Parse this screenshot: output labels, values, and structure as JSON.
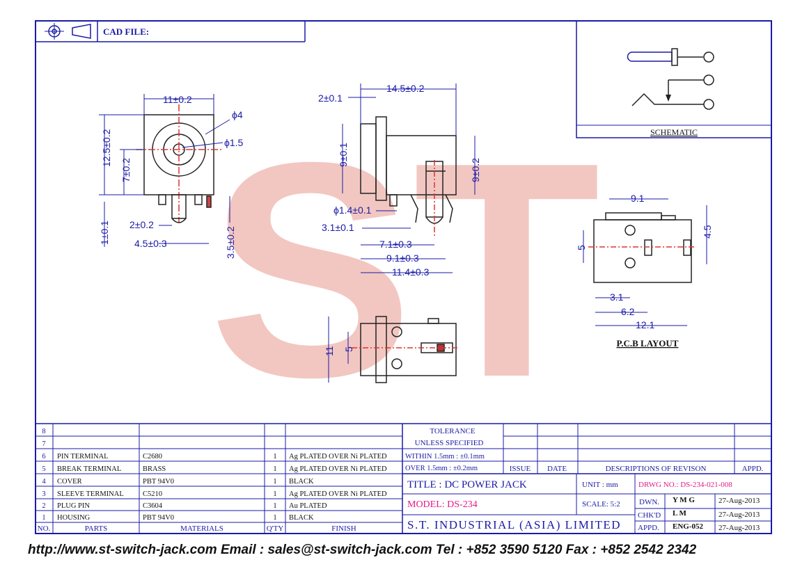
{
  "header": {
    "cad_file_label": "CAD FILE:"
  },
  "front_view_dims": {
    "width": "11±0.2",
    "height": "12.5±0.2",
    "center_height": "7±0.2",
    "outer_dia": "ϕ4",
    "inner_dia": "ϕ1.5",
    "pin_offset": "1±0.1",
    "pin_width": "2±0.2",
    "pin_spacing": "4.5±0.3",
    "pin_len": "3.5±0.2"
  },
  "side_view_dims": {
    "length": "14.5±0.2",
    "flange": "2±0.1",
    "height": "9±0.1",
    "height2": "9±0.2",
    "hole": "ϕ1.4±0.1",
    "d1": "3.1±0.1",
    "d2": "7.1±0.3",
    "d3": "9.1±0.3",
    "d4": "11.4±0.3"
  },
  "bottom_view_dims": {
    "width": "11",
    "pin": "5"
  },
  "pcb_layout": {
    "title": "P.C.B LAYOUT",
    "d_top": "9.1",
    "d_right": "4.5",
    "d_left": "5",
    "d_a": "3.1",
    "d_b": "6.2",
    "d_total": "12.1"
  },
  "schematic": {
    "title": "SCHEMATIC"
  },
  "watermark": "ST",
  "parts_table": {
    "headers": {
      "no": "NO.",
      "parts": "PARTS",
      "materials": "MATERIALS",
      "qty": "Q'TY",
      "finish": "FINISH"
    },
    "rows": [
      {
        "no": "8",
        "parts": "",
        "materials": "",
        "qty": "",
        "finish": ""
      },
      {
        "no": "7",
        "parts": "",
        "materials": "",
        "qty": "",
        "finish": ""
      },
      {
        "no": "6",
        "parts": "PIN TERMINAL",
        "materials": "C2680",
        "qty": "1",
        "finish": "Ag PLATED OVER Ni PLATED"
      },
      {
        "no": "5",
        "parts": "BREAK TERMINAL",
        "materials": "BRASS",
        "qty": "1",
        "finish": "Ag PLATED OVER Ni PLATED"
      },
      {
        "no": "4",
        "parts": "COVER",
        "materials": "PBT 94V0",
        "qty": "1",
        "finish": "BLACK"
      },
      {
        "no": "3",
        "parts": "SLEEVE TERMINAL",
        "materials": "C5210",
        "qty": "1",
        "finish": "Ag PLATED OVER Ni PLATED"
      },
      {
        "no": "2",
        "parts": "PLUG PIN",
        "materials": "C3604",
        "qty": "1",
        "finish": "Au PLATED"
      },
      {
        "no": "1",
        "parts": "HOUSING",
        "materials": "PBT 94V0",
        "qty": "1",
        "finish": "BLACK"
      }
    ]
  },
  "tolerance": {
    "title": "TOLERANCE",
    "subtitle": "UNLESS SPECIFIED",
    "line1": "WITHIN 1.5mm : ±0.1mm",
    "line2": "OVER 1.5mm : ±0.2mm"
  },
  "revision": {
    "issue": "ISSUE",
    "date": "DATE",
    "desc": "DESCRIPTIONS OF REVISON",
    "appd": "APPD."
  },
  "title_block": {
    "title": "TITLE : DC POWER JACK",
    "unit": "UNIT : mm",
    "drwg_no": "DRWG NO.: DS-234-021-008",
    "model": "MODEL: DS-234",
    "scale": "SCALE: 5:2",
    "dwn_label": "DWN.",
    "dwn": "Y M G",
    "dwn_date": "27-Aug-2013",
    "chkd_label": "CHK'D",
    "chkd": "L M",
    "chkd_date": "27-Aug-2013",
    "appd_label": "APPD.",
    "appd": "ENG-052",
    "appd_date": "27-Aug-2013",
    "company": "S.T. INDUSTRIAL (ASIA) LIMITED"
  },
  "footer": "http://www.st-switch-jack.com  Email : sales@st-switch-jack.com  Tel : +852 3590 5120  Fax : +852 2542 2342"
}
